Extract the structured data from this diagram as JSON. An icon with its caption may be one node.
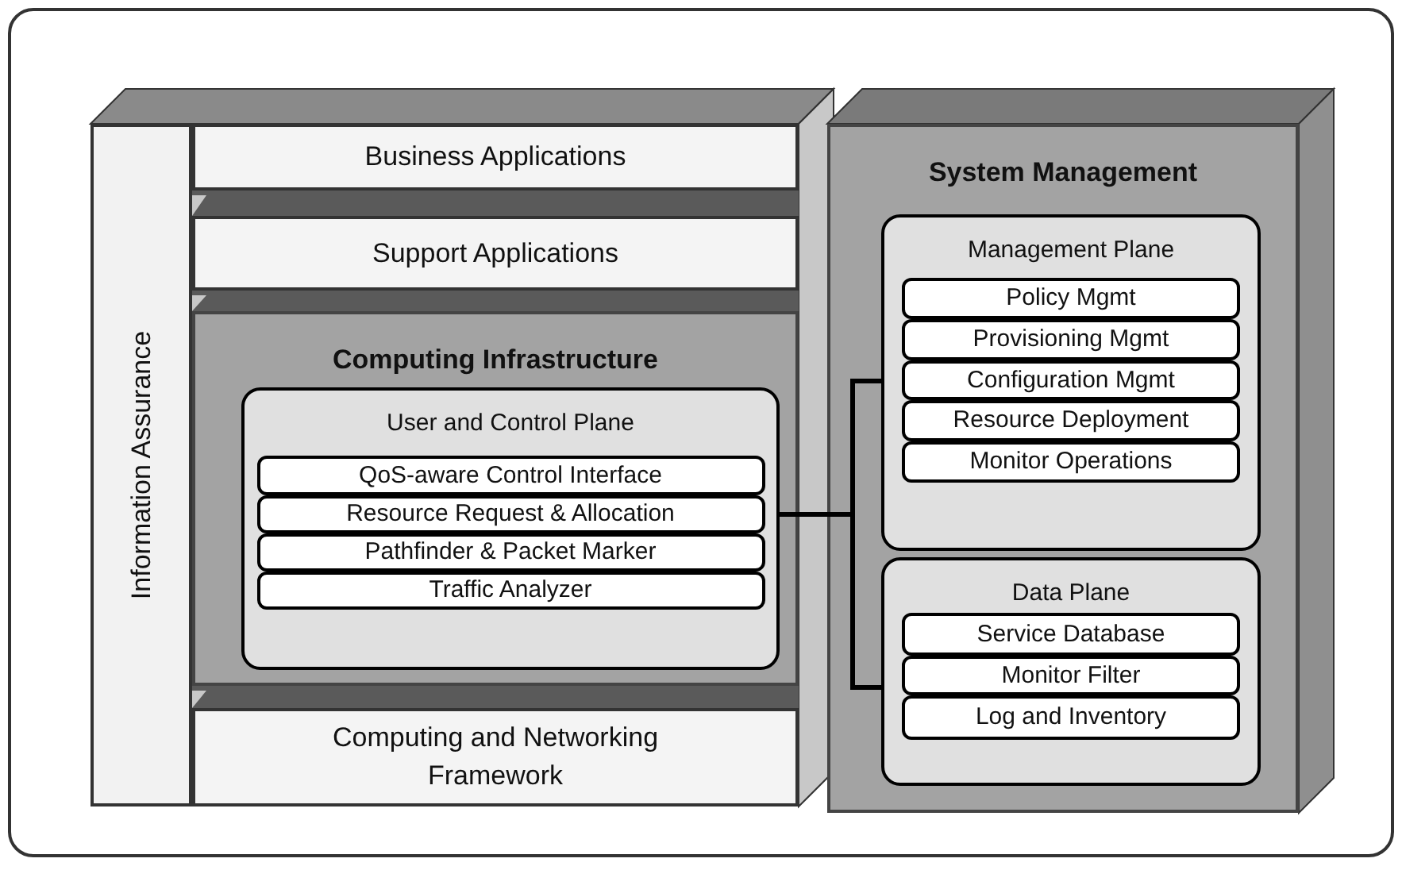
{
  "diagram": {
    "nodes": [
      {
        "text": [
          "Information Assurance"
        ]
      },
      {
        "text": [
          "Business Applications"
        ]
      },
      {
        "text": [
          "Support Applications"
        ]
      },
      {
        "text": [
          "Computing Infrastructure"
        ]
      },
      {
        "text": [
          "User and Control Plane"
        ],
        "in": 3
      },
      {
        "text": [
          "QoS-aware Control Interface"
        ],
        "in": 4
      },
      {
        "text": [
          "Resource Request & Allocation"
        ],
        "in": 4
      },
      {
        "text": [
          "Pathfinder & Packet Marker"
        ],
        "in": 4
      },
      {
        "text": [
          "Traffic Analyzer"
        ],
        "in": 4
      },
      {
        "text": [
          "Computing and Networking Framework"
        ]
      },
      {
        "text": [
          "System Management"
        ]
      },
      {
        "text": [
          "Management Plane"
        ],
        "in": 10
      },
      {
        "text": [
          "Policy Mgmt"
        ],
        "in": 11
      },
      {
        "text": [
          "Provisioning Mgmt"
        ],
        "in": 11
      },
      {
        "text": [
          "Configuration Mgmt"
        ],
        "in": 11
      },
      {
        "text": [
          "Resource Deployment"
        ],
        "in": 11
      },
      {
        "text": [
          "Monitor Operations"
        ],
        "in": 11
      },
      {
        "text": [
          "Data Plane"
        ],
        "in": 10
      },
      {
        "text": [
          "Service Database"
        ],
        "in": 17
      },
      {
        "text": [
          "Monitor Filter"
        ],
        "in": 17
      },
      {
        "text": [
          "Log and Inventory"
        ],
        "in": 17
      }
    ],
    "edges": [
      {
        "from": 4,
        "to": 11,
        "arrow": "none"
      },
      {
        "from": 4,
        "to": 17,
        "arrow": "none"
      }
    ]
  }
}
